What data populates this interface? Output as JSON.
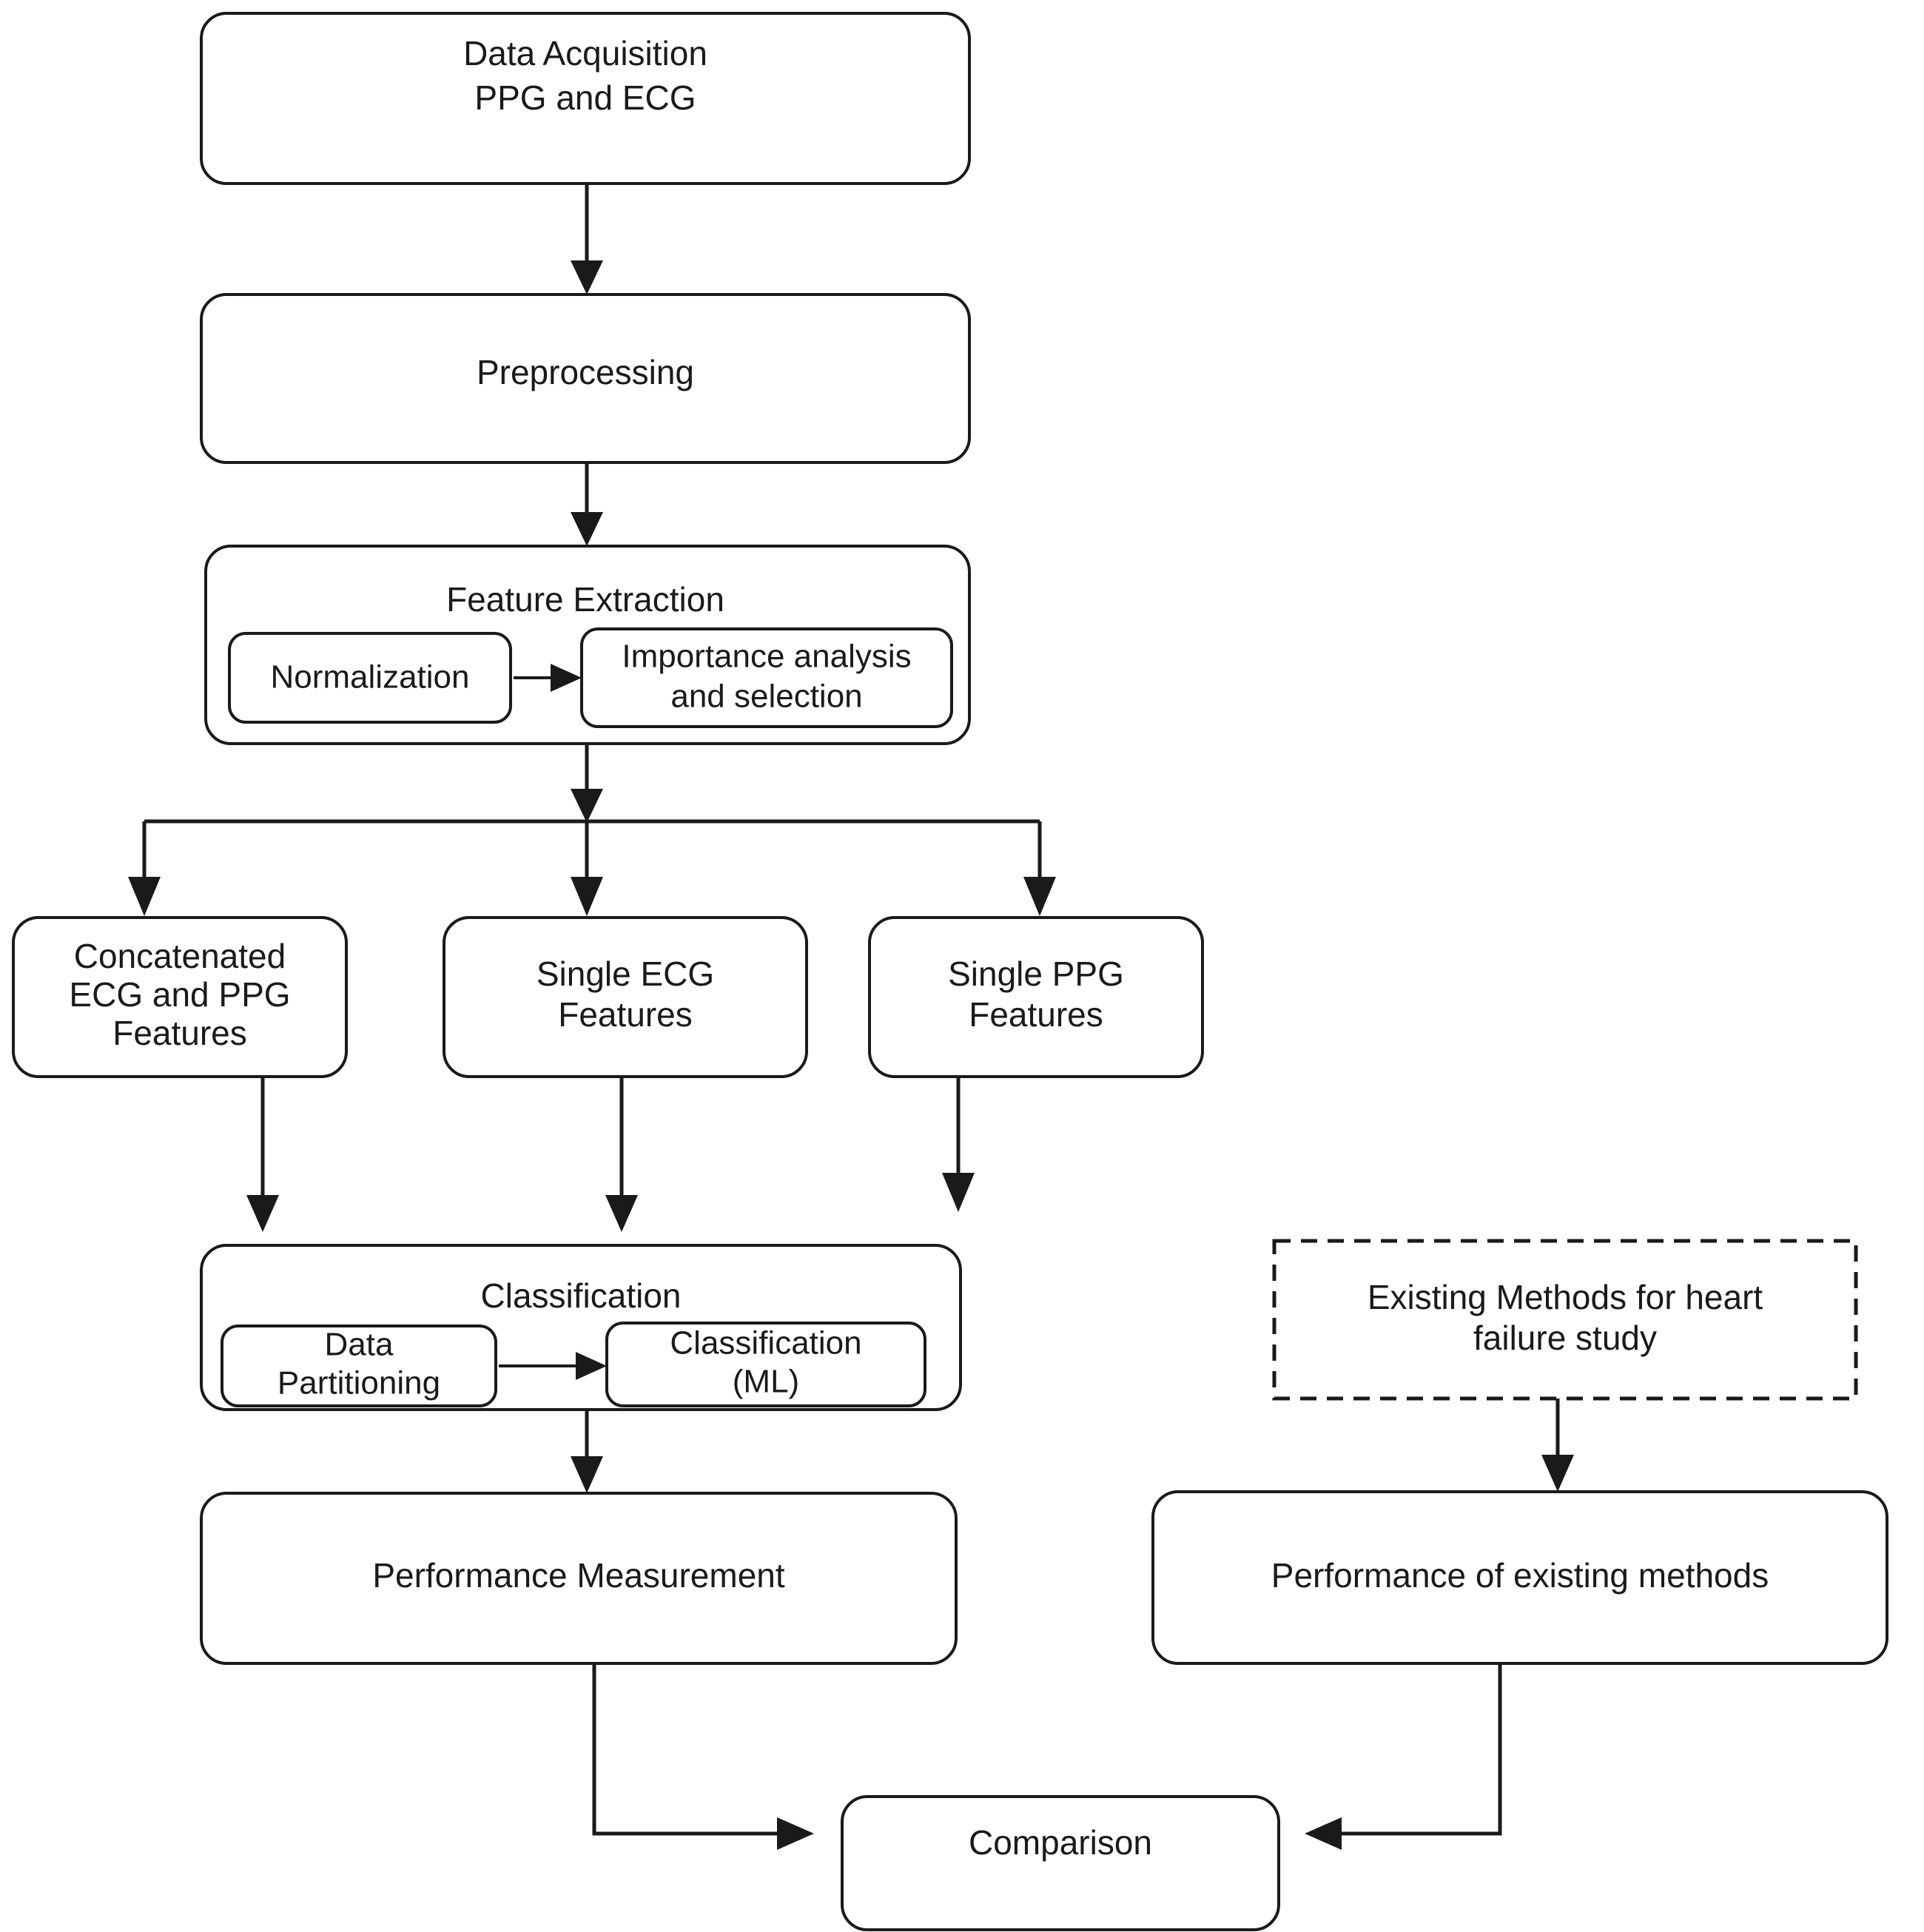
{
  "diagram": {
    "title": "Heart failure study methodology flowchart",
    "stroke_color": "#1a1a1a",
    "background_color": "#ffffff"
  },
  "nodes": {
    "data_acquisition": {
      "line1": "Data Acquisition",
      "line2": "PPG and ECG"
    },
    "preprocessing": {
      "label": "Preprocessing"
    },
    "feature_extraction": {
      "title": "Feature Extraction",
      "normalization": "Normalization",
      "importance_line1": "Importance analysis",
      "importance_line2": "and selection"
    },
    "concatenated_features": {
      "line1": "Concatenated",
      "line2": "ECG  and PPG",
      "line3": "Features"
    },
    "single_ecg": {
      "line1": "Single ECG",
      "line2": "Features"
    },
    "single_ppg": {
      "line1": "Single PPG",
      "line2": "Features"
    },
    "classification": {
      "title": "Classification",
      "partition_line1": "Data",
      "partition_line2": "Partitioning",
      "ml_line1": "Classification",
      "ml_line2": "(ML)"
    },
    "existing_methods": {
      "line1": "Existing Methods for heart",
      "line2": "failure study"
    },
    "performance_measurement": {
      "label": "Performance Measurement"
    },
    "performance_existing": {
      "label": "Performance of existing methods"
    },
    "comparison": {
      "label": "Comparison"
    }
  }
}
